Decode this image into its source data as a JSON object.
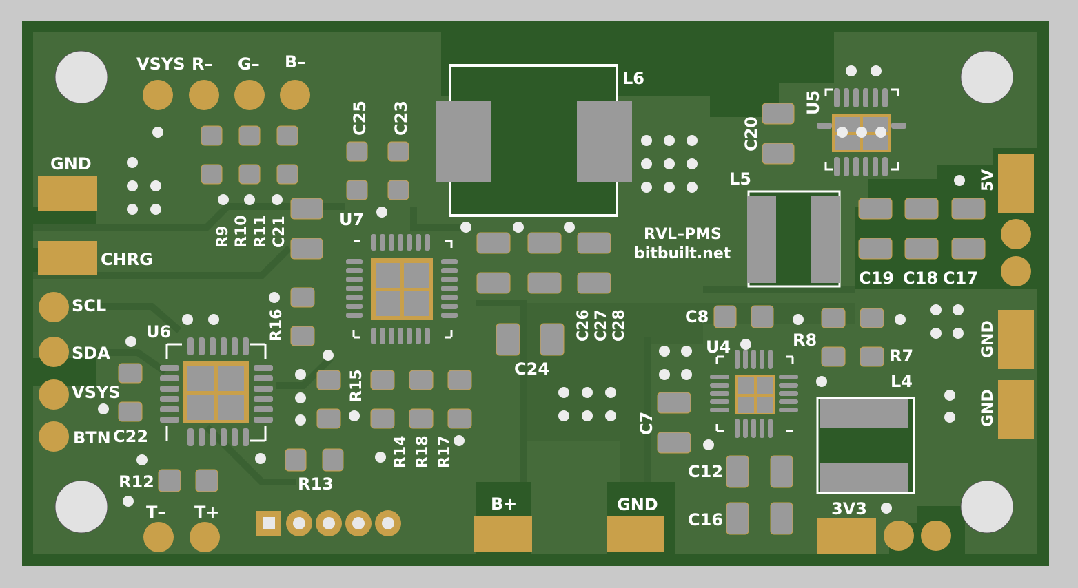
{
  "colors": {
    "background": "#c9c9c9",
    "board": "#2d5a27",
    "copper_pour": "#456b3a",
    "pad_gold": "#c9a04a",
    "pad_smd": "#9a9a9a",
    "silkscreen": "#ffffff",
    "hole": "#e2e2e2"
  },
  "board": {
    "title": "RVL–PMS",
    "url": "bitbuilt.net"
  },
  "pad_labels": {
    "vsys_top": "VSYS",
    "r_minus": "R–",
    "g_minus": "G–",
    "b_minus": "B–",
    "gnd_left": "GND",
    "chrg": "CHRG",
    "scl": "SCL",
    "sda": "SDA",
    "vsys_left": "VSYS",
    "btn": "BTN",
    "t_minus": "T–",
    "t_plus": "T+",
    "b_plus": "B+",
    "gnd_bottom": "GND",
    "v3v3": "3V3",
    "v5": "5V",
    "gnd_right_1": "GND",
    "gnd_right_2": "GND"
  },
  "designators": {
    "l6": "L6",
    "l5": "L5",
    "l4": "L4",
    "u4": "U4",
    "u5": "U5",
    "u6": "U6",
    "u7": "U7",
    "c7": "C7",
    "c8": "C8",
    "c12": "C12",
    "c16": "C16",
    "c17": "C17",
    "c18": "C18",
    "c19": "C19",
    "c20": "C20",
    "c21": "C21",
    "c22": "C22",
    "c23": "C23",
    "c24": "C24",
    "c25": "C25",
    "c26": "C26",
    "c27": "C27",
    "c28": "C28",
    "r7": "R7",
    "r8": "R8",
    "r9": "R9",
    "r10": "R10",
    "r11": "R11",
    "r12": "R12",
    "r13": "R13",
    "r14": "R14",
    "r15": "R15",
    "r16": "R16",
    "r17": "R17",
    "r18": "R18"
  }
}
